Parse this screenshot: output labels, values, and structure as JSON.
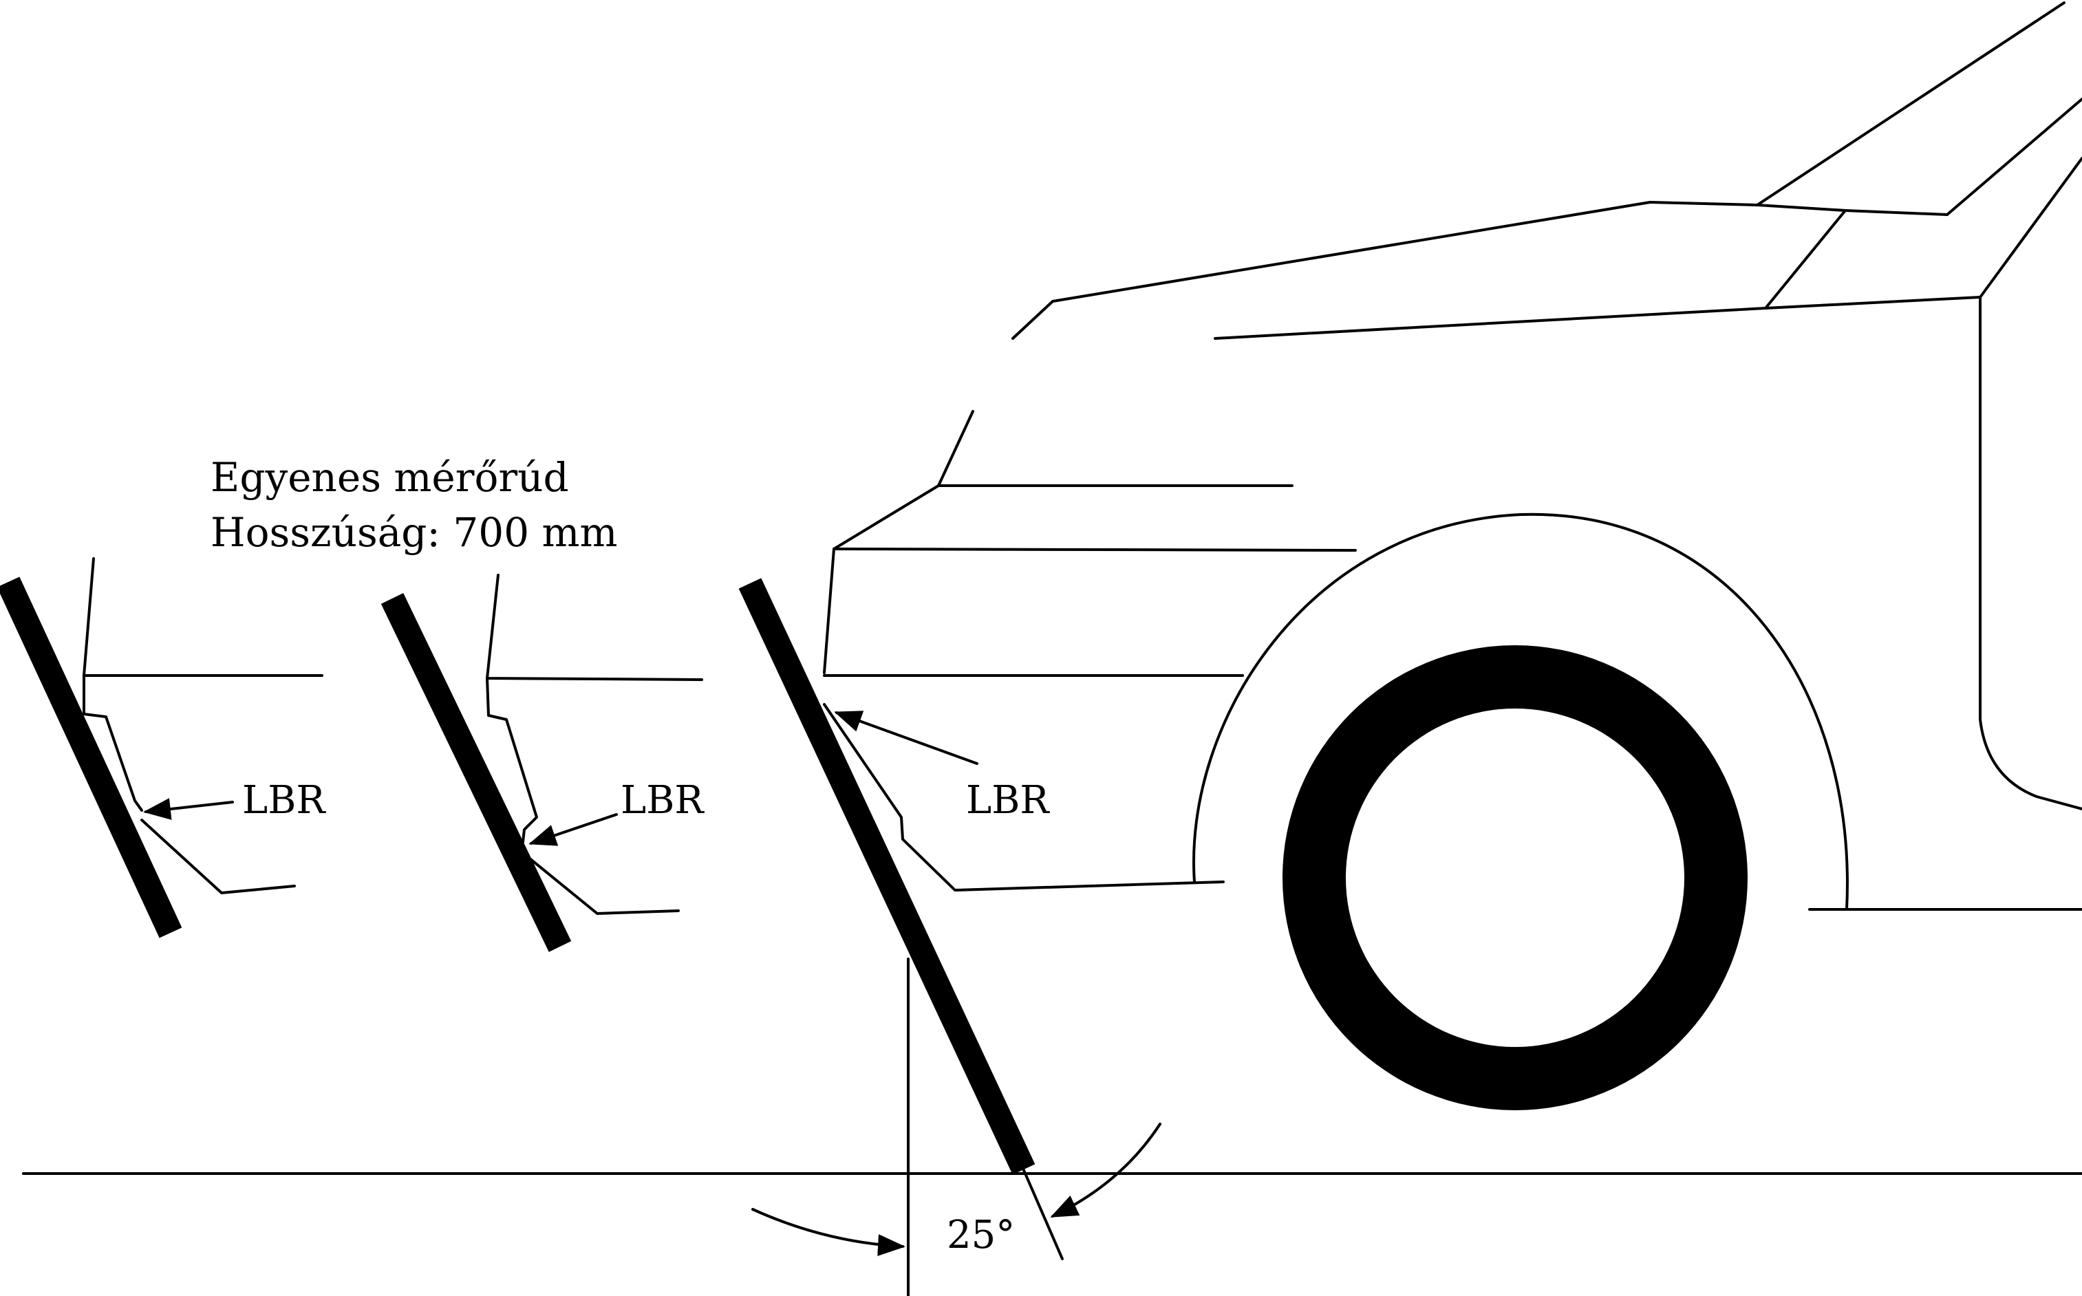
{
  "caption": {
    "line1": "Egyenes mérőrúd",
    "line2": "Hosszúság: 700 mm"
  },
  "labels": {
    "lbr_left": "LBR",
    "lbr_middle": "LBR",
    "lbr_right": "LBR",
    "angle": "25°"
  },
  "colors": {
    "ink": "#000000",
    "background": "#ffffff"
  }
}
